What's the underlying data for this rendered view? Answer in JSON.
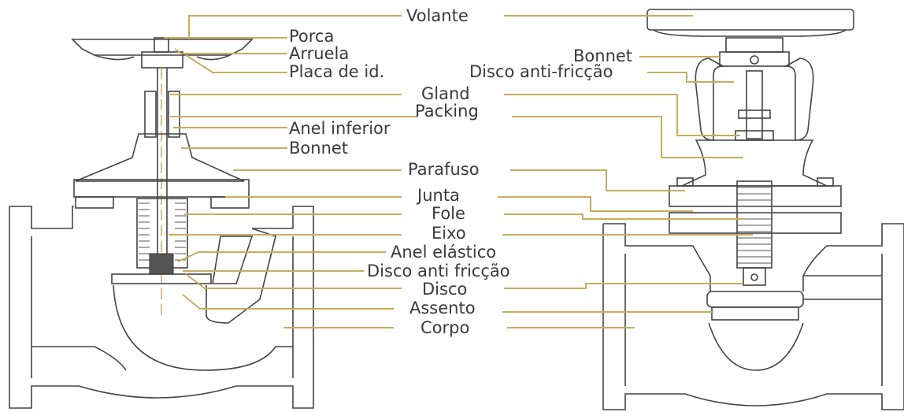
{
  "labels": {
    "volante": "Volante",
    "porca": "Porca",
    "arruela": "Arruela",
    "placa": "Placa de id.",
    "gland": "Gland",
    "packing": "Packing",
    "anel_inferior": "Anel inferior",
    "bonnet_left": "Bonnet",
    "parafuso": "Parafuso",
    "junta": "Junta",
    "fole": "Fole",
    "eixo": "Eixo",
    "anel_elastico": "Anel elástico",
    "disco_anti_friccao_mid": "Disco anti fricção",
    "disco": "Disco",
    "assento": "Assento",
    "corpo": "Corpo",
    "bonnet_right": "Bonnet",
    "disco_anti_friccao_right": "Disco anti-fricção"
  },
  "colors": {
    "leader": "#c9ac5c",
    "text": "#3a3a3a",
    "drawing": "#444444",
    "background": "#ffffff"
  }
}
